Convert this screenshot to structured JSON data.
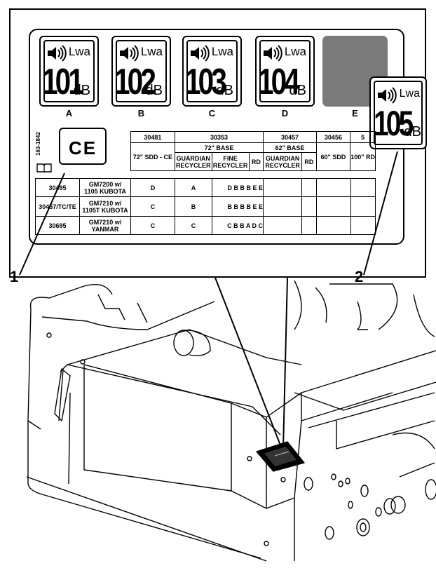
{
  "decal": {
    "part_number": "163-1842",
    "ce_mark": "CE",
    "lwa_label": "Lwa",
    "db_unit": "dB",
    "badges": [
      {
        "value": "101",
        "letter": "A"
      },
      {
        "value": "102",
        "letter": "B"
      },
      {
        "value": "103",
        "letter": "C"
      },
      {
        "value": "104",
        "letter": "D"
      }
    ],
    "grey_letter": "E",
    "callout_badge": {
      "value": "105"
    }
  },
  "table": {
    "header_row1": [
      "30481",
      "30353",
      "30457",
      "30456",
      "5"
    ],
    "header_row2": [
      "72\" BASE",
      "62\" BASE"
    ],
    "col_sdd_ce": "72\" SDD - CE",
    "col_guardian": "GUARDIAN\nRECYCLER",
    "col_fine": "FINE\nRECYCLER",
    "col_rd": "RD",
    "col_guardian2": "GUARDIAN\nRECYCLER",
    "col_rd2": "RD",
    "col_sdd60": "60\" SDD",
    "col_100rd": "100\" RD",
    "rows": [
      {
        "model": "30495",
        "engine": "GM7200 w/\n1105 KUBOTA",
        "c1": "D",
        "c2": "A",
        "c3": "D B B B E E"
      },
      {
        "model": "30457/TC/TE",
        "engine": "GM7210 w/\n1105T KUBOTA",
        "c1": "C",
        "c2": "B",
        "c3": "B B B B E E"
      },
      {
        "model": "30695",
        "engine": "GM7210 w/\nYANMAR",
        "c1": "C",
        "c2": "C",
        "c3": "C B B A D C"
      }
    ]
  },
  "callouts": [
    "1",
    "2"
  ]
}
